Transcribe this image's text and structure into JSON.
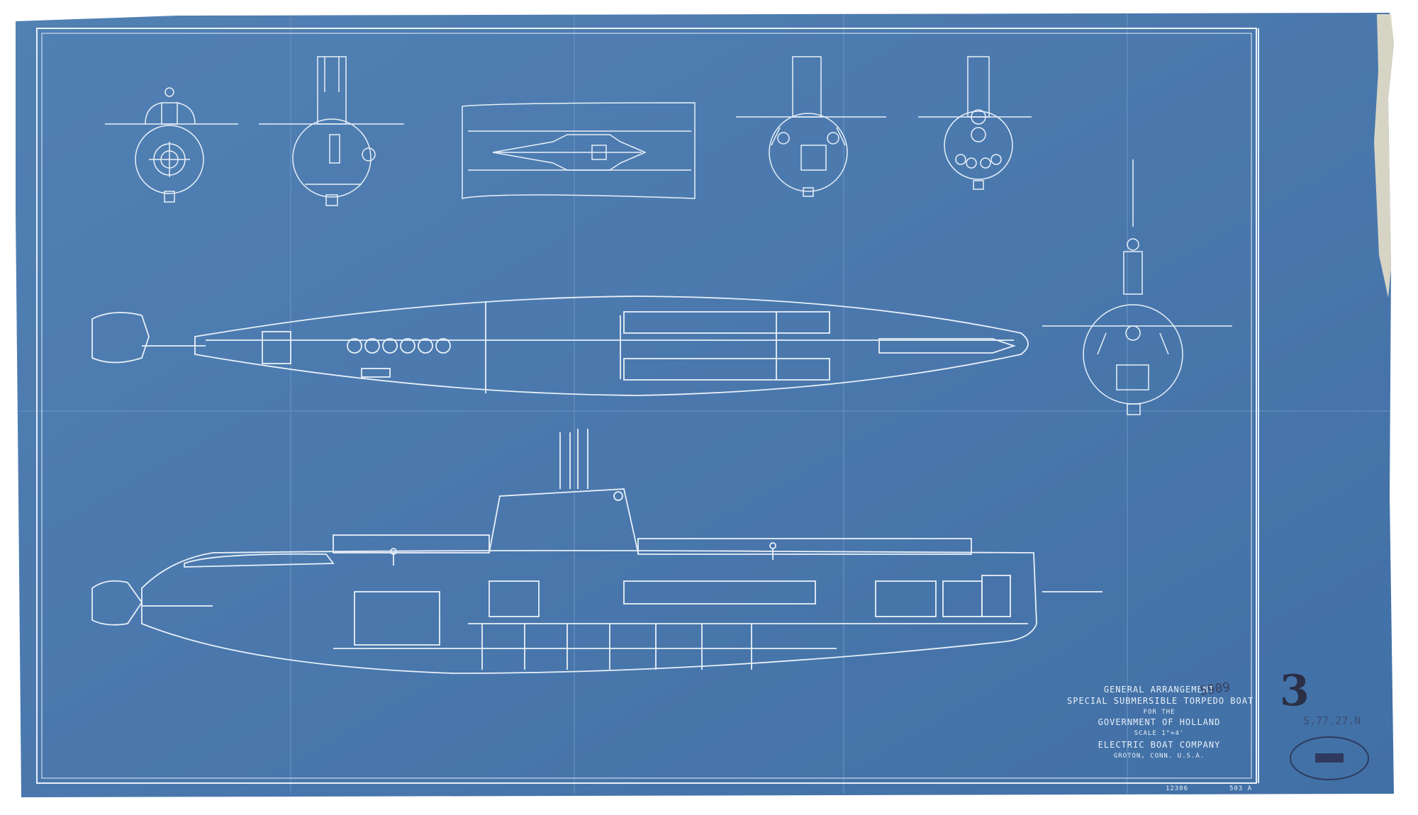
{
  "title_block": {
    "line1": "GENERAL ARRANGEMENT",
    "line2": "SPECIAL SUBMERSIBLE TORPEDO BOAT",
    "line3": "FOR THE",
    "line4": "GOVERNMENT OF HOLLAND",
    "line5": "SCALE 1\"=4'",
    "line6": "ELECTRIC BOAT COMPANY",
    "line7": "GROTON, CONN. U.S.A."
  },
  "drawing_numbers": {
    "left": "12306",
    "right": "503 A"
  },
  "sheet_number": "3",
  "pencil_notes": {
    "number": "5909",
    "reference": "S.77.27.N"
  },
  "colors": {
    "paper_blue": "#4a78ad",
    "line_white": "#e8f0f8",
    "aged_paper": "#e6dfc8"
  }
}
